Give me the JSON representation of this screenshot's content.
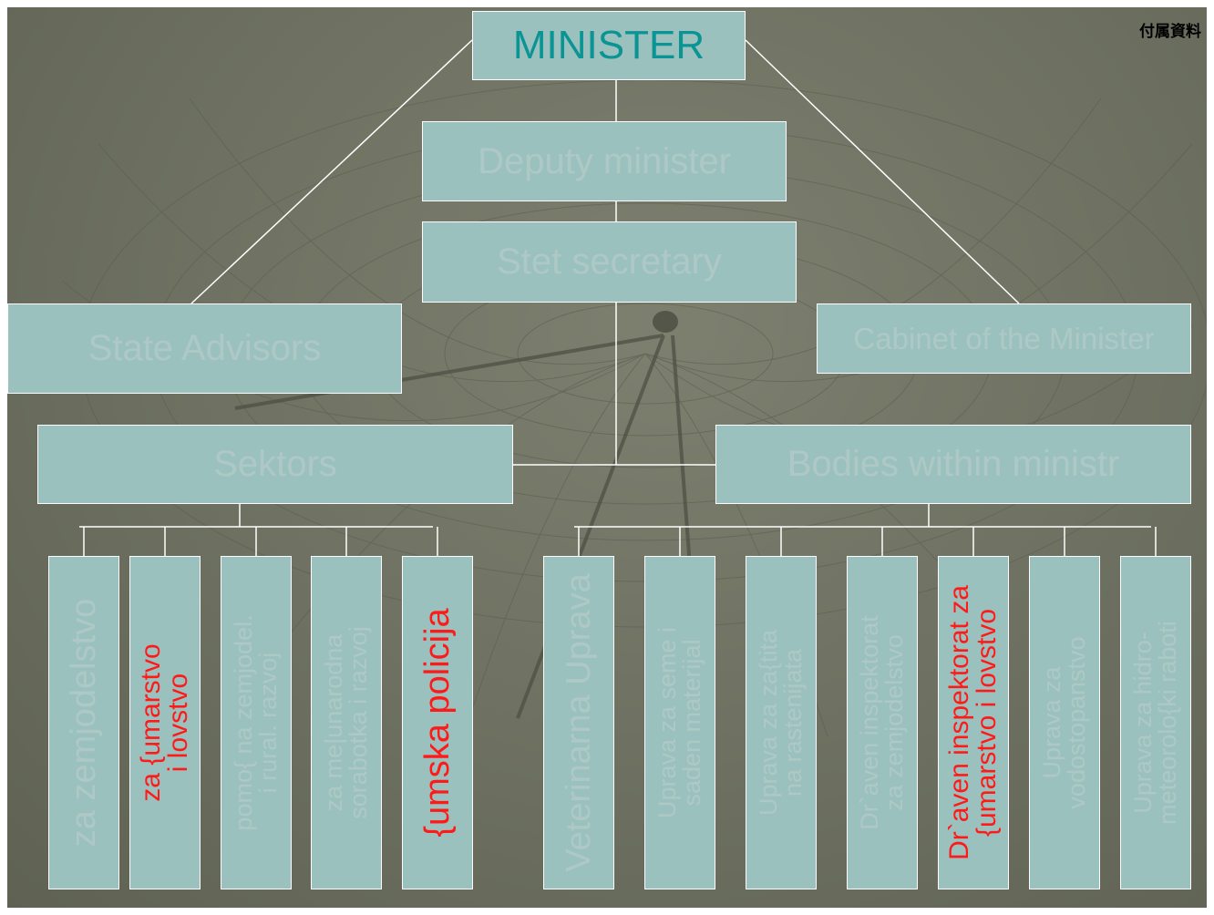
{
  "corner_note": "付属資料",
  "nodes": {
    "minister": "MINISTER",
    "deputy": "Deputy minister",
    "secretary": "Stet secretary",
    "advisors": "State Advisors",
    "cabinet": "Cabinet of the Minister",
    "sectors": "Sektors",
    "bodies": "Bodies within ministr"
  },
  "sector_units": [
    {
      "lines": [
        "za zemjodelstvo"
      ],
      "color": "#aec9c5"
    },
    {
      "lines": [
        "za {umarstvo",
        "i lovstvo"
      ],
      "color": "#ff1a1a"
    },
    {
      "lines": [
        "pomo{ na zemjodel.",
        "i rural. razvoj"
      ],
      "color": "#aec9c5"
    },
    {
      "lines": [
        "za me|unarodna",
        "sorabotka i razvoj"
      ],
      "color": "#aec9c5"
    },
    {
      "lines": [
        "{umska policija"
      ],
      "color": "#ff1a1a"
    }
  ],
  "body_units": [
    {
      "lines": [
        "Veterinarna Uprava"
      ],
      "color": "#aec9c5"
    },
    {
      "lines": [
        "Uprava za seme i",
        "saden materijal"
      ],
      "color": "#aec9c5"
    },
    {
      "lines": [
        "Uprava za za{tita",
        "na rastenijata"
      ],
      "color": "#aec9c5"
    },
    {
      "lines": [
        "Dr`aven inspektorat",
        "za zemjodelstvo"
      ],
      "color": "#aec9c5"
    },
    {
      "lines": [
        "Dr`aven inspektorat za",
        "{umarstvo i lovstvo"
      ],
      "color": "#ff1a1a"
    },
    {
      "lines": [
        "Uprava za",
        "vodostopanstvo"
      ],
      "color": "#aec9c5"
    },
    {
      "lines": [
        "Uprava za hidro-",
        "meteorolo{ki raboti"
      ],
      "color": "#aec9c5"
    }
  ],
  "colors": {
    "box_fill": "#9bc1be",
    "box_text": "#aec9c5",
    "minister_text": "#0a9494",
    "highlight_text": "#ff1a1a",
    "connector": "#ffffff"
  }
}
